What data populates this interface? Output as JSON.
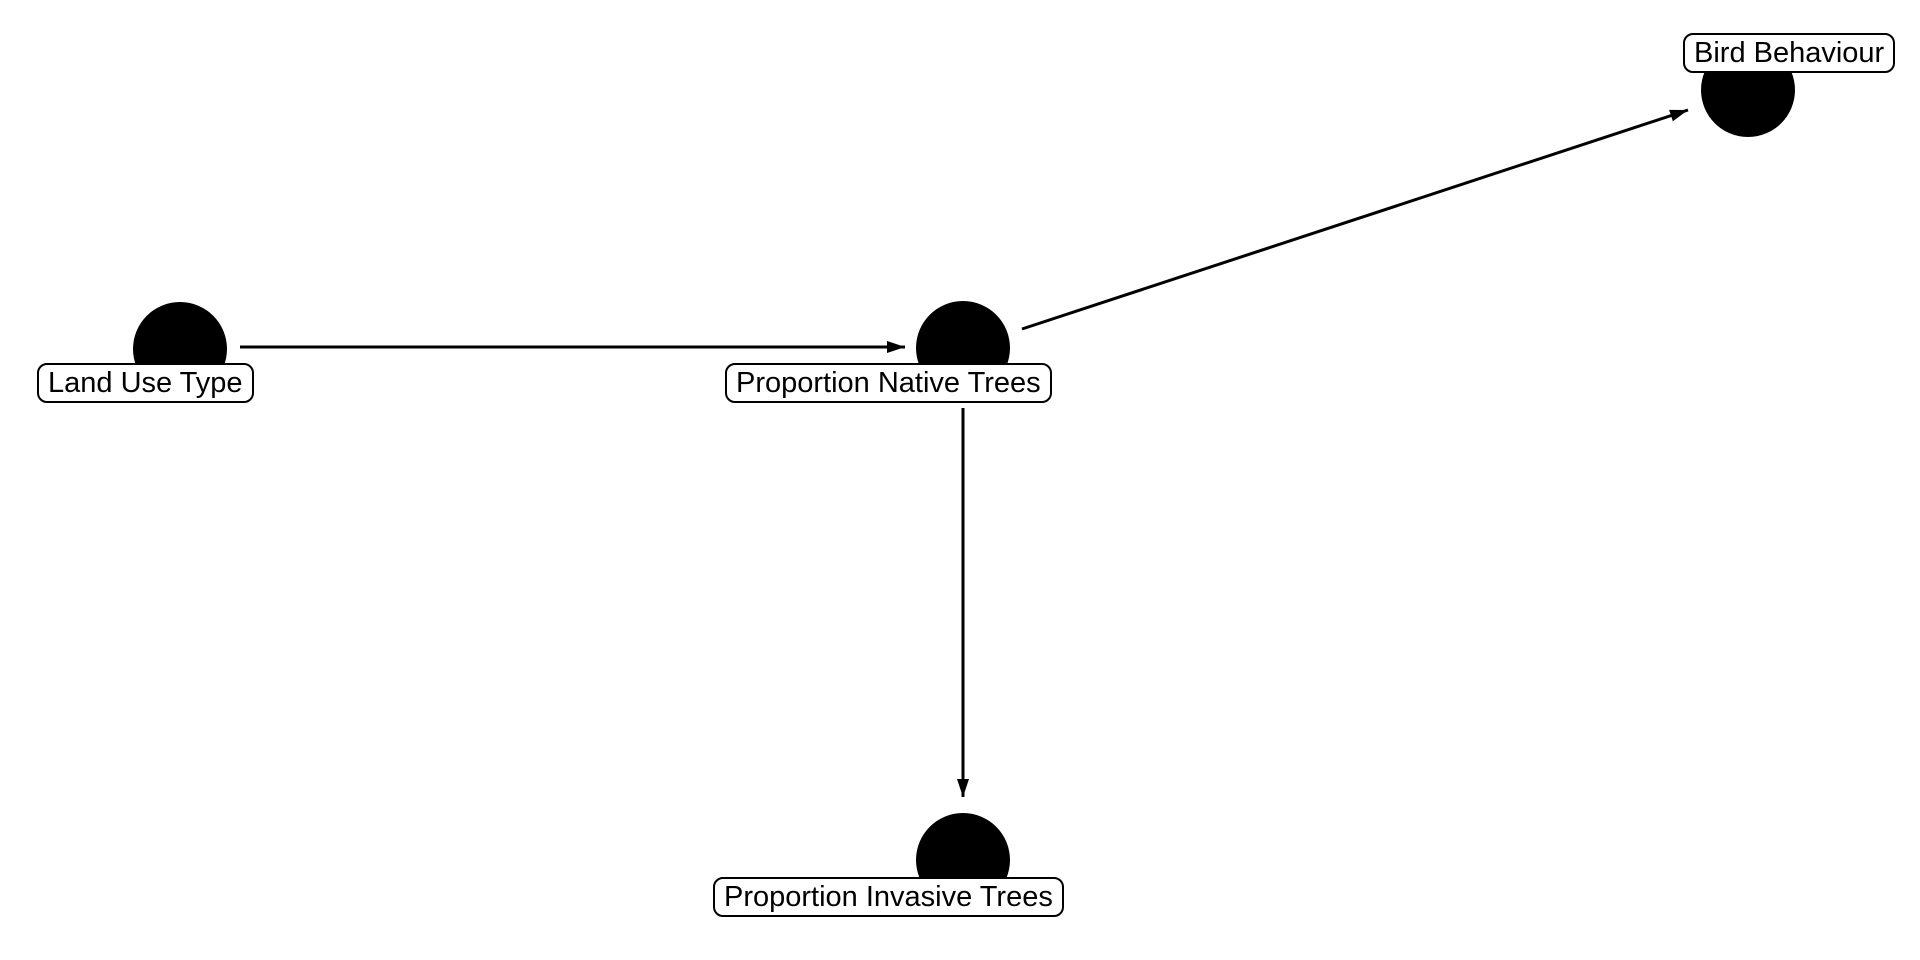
{
  "diagram": {
    "type": "causal-dag",
    "background_color": "#ffffff",
    "node_color": "#000000",
    "edge_color": "#000000",
    "label_box_background": "#ffffff",
    "label_box_border": "#000000",
    "label_text_color": "#000000",
    "nodes": [
      {
        "id": "land-use-type",
        "label": "Land Use Type"
      },
      {
        "id": "proportion-native-trees",
        "label": "Proportion Native Trees"
      },
      {
        "id": "bird-behaviour",
        "label": "Bird Behaviour"
      },
      {
        "id": "proportion-invasive-trees",
        "label": "Proportion Invasive Trees"
      }
    ],
    "edges": [
      {
        "from": "Land Use Type",
        "to": "Proportion Native Trees"
      },
      {
        "from": "Proportion Native Trees",
        "to": "Bird Behaviour"
      },
      {
        "from": "Proportion Native Trees",
        "to": "Proportion Invasive Trees"
      }
    ]
  }
}
